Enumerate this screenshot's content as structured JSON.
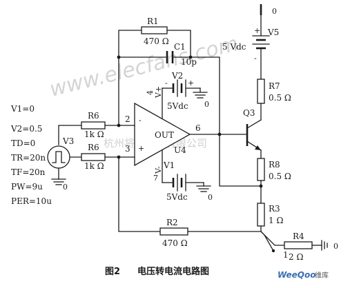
{
  "watermark": {
    "site": "www.elecfans.com",
    "company": "杭州将睿科技有限公司"
  },
  "caption": {
    "figure": "图2",
    "title": "电压转电流电路图"
  },
  "logo": {
    "brand": "WeeQoo",
    "suffix": "维库"
  },
  "source_v3": {
    "ref": "V3",
    "params": [
      "V1=0",
      "V2=0.5",
      "TD=0",
      "TR=20n",
      "TF=20n",
      "PW=9u",
      "PER=10u"
    ]
  },
  "components": {
    "r1": {
      "ref": "R1",
      "value": "470 Ω"
    },
    "c1": {
      "ref": "C1",
      "value": "10p"
    },
    "r6_top": {
      "ref": "R6",
      "value": "1k Ω"
    },
    "r6_bottom": {
      "ref": "R6",
      "value": "1k Ω"
    },
    "r2": {
      "ref": "R2",
      "value": "470 Ω"
    },
    "r7": {
      "ref": "R7",
      "value": "0.5 Ω"
    },
    "r8": {
      "ref": "R8",
      "value": "0.5 Ω"
    },
    "r3": {
      "ref": "R3",
      "value": "1 Ω"
    },
    "r4": {
      "ref": "R4",
      "value": "2 Ω"
    },
    "q3": {
      "ref": "Q3"
    },
    "u4": {
      "ref": "U4",
      "out_label": "OUT",
      "vplus": "V+",
      "vminus": "V-"
    },
    "v2": {
      "ref": "V2",
      "value": "5Vdc",
      "gnd": "0"
    },
    "v1": {
      "ref": "V1",
      "value": "5Vdc",
      "gnd": "0"
    },
    "v5": {
      "ref": "V5",
      "value": "5 Vdc",
      "gnd": "0"
    }
  },
  "pins": {
    "inv": "2",
    "noninv": "3",
    "out": "6",
    "vplus": "4",
    "vminus": "7"
  },
  "nodes": {
    "node_1": "1",
    "gnd_v3": "0",
    "gnd_r4": "0"
  },
  "polarity": {
    "plus": "+",
    "minus": "-"
  }
}
